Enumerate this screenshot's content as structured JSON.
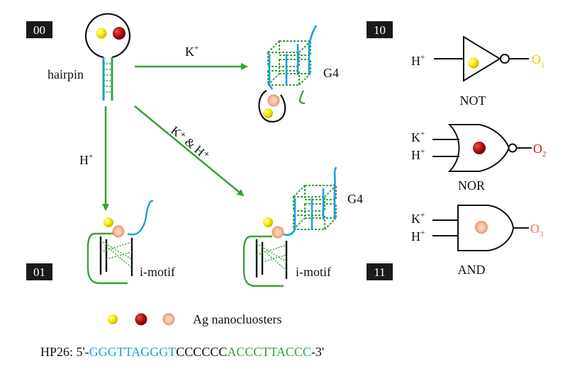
{
  "state_tags": [
    "00",
    "10",
    "01",
    "11"
  ],
  "structure_labels": {
    "hairpin": "hairpin",
    "g4_top": "G4",
    "g4_right": "G4",
    "imotif_left": "i-motif",
    "imotif_right": "i-motif"
  },
  "arrows": {
    "k_plus_base": "K",
    "k_plus_sup": "+",
    "h_plus_base": "H",
    "h_plus_sup": "+",
    "k_and_h": "K⁺ & H⁺"
  },
  "gates": [
    {
      "name": "NOT",
      "inputs": [
        {
          "base": "H",
          "sup": "+"
        }
      ],
      "output_base": "O",
      "output_sub": "1",
      "output_color": "#e8c800",
      "cluster_color": "#e8d800"
    },
    {
      "name": "NOR",
      "inputs": [
        {
          "base": "K",
          "sup": "+"
        },
        {
          "base": "H",
          "sup": "+"
        }
      ],
      "output_base": "O",
      "output_sub": "2",
      "output_color": "#c0201c",
      "cluster_color": "#a01010"
    },
    {
      "name": "AND",
      "inputs": [
        {
          "base": "K",
          "sup": "+"
        },
        {
          "base": "H",
          "sup": "+"
        }
      ],
      "output_base": "O",
      "output_sub": "3",
      "output_color": "#e07a50",
      "cluster_color": "#f0a080"
    }
  ],
  "legend": {
    "label": "Ag nanocluosters",
    "colors": [
      "#f2e800",
      "#b01010",
      "#f3a684"
    ]
  },
  "sequence": {
    "prefix": "HP26: 5'-",
    "part_blue": "GGGTTAGGGT",
    "part_black": "CCCCCC",
    "part_green": "ACCCTTACCC",
    "suffix": "-3'",
    "colors": {
      "blue": "#1aa0d8",
      "black": "#111111",
      "green": "#3aa03a"
    }
  },
  "colors": {
    "arrow_green": "#33a333",
    "dna_blue": "#1aa0d8",
    "dna_green": "#3aa03a",
    "tag_bg": "#1a1a1a"
  }
}
